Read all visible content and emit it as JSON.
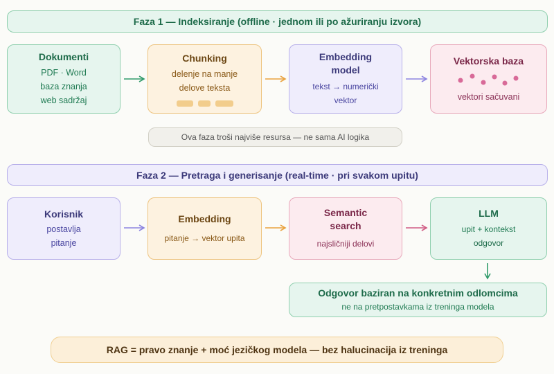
{
  "phase1": {
    "banner": "Faza 1 — Indeksiranje (offline · jednom ili po ažuriranju izvora)",
    "documents": {
      "title": "Dokumenti",
      "lines": [
        "PDF · Word",
        "baza znanja",
        "web sadržaj"
      ]
    },
    "chunking": {
      "title": "Chunking",
      "lines": [
        "delenje na manje",
        "delove teksta"
      ]
    },
    "embedding_model": {
      "title_lines": [
        "Embedding",
        "model"
      ],
      "lines": [
        "tekst → numerički",
        "vektor"
      ]
    },
    "vector_db": {
      "title": "Vektorska baza",
      "caption": "vektori sačuvani"
    },
    "note": "Ova faza troši najviše resursa — ne sama AI logika"
  },
  "phase2": {
    "banner": "Faza 2 — Pretraga i generisanje (real-time · pri svakom upitu)",
    "user": {
      "title": "Korisnik",
      "lines": [
        "postavlja",
        "pitanje"
      ]
    },
    "embedding": {
      "title": "Embedding",
      "caption": "pitanje → vektor upita"
    },
    "semantic_search": {
      "title_lines": [
        "Semantic",
        "search"
      ],
      "caption": "najsličniji delovi"
    },
    "llm": {
      "title": "LLM",
      "lines": [
        "upit + kontekst",
        "odgovor"
      ]
    },
    "answer": {
      "title": "Odgovor baziran na konkretnim odlomcima",
      "subtitle": "ne na pretpostavkama iz treninga modela"
    }
  },
  "summary": "RAG = pravo znanje + moć jezičkog modela — bez halucinacija iz treninga",
  "colors": {
    "green": "#2f9a6a",
    "orange": "#e9a23d",
    "purple": "#8c84e0",
    "pink": "#d05b84",
    "dots": "#d86a98"
  }
}
